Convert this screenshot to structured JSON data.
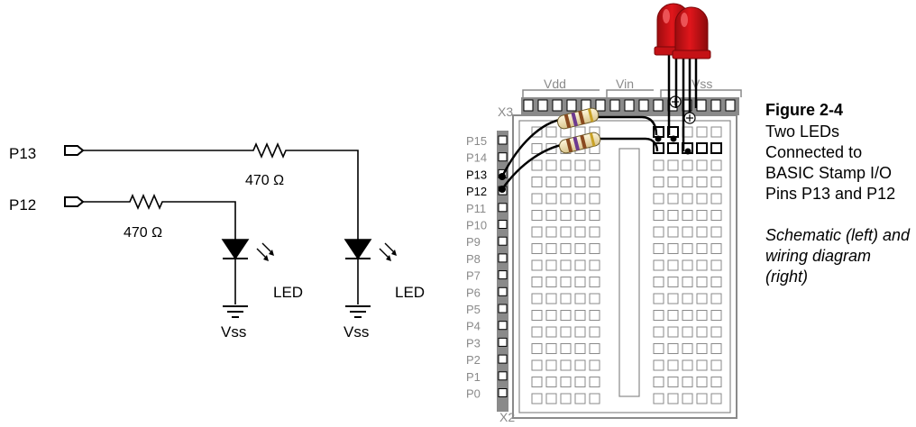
{
  "schematic": {
    "pin_top": "P13",
    "pin_bottom": "P12",
    "resistor_top": "470 Ω",
    "resistor_bottom": "470 Ω",
    "led_left": "LED",
    "led_right": "LED",
    "vss_left": "Vss",
    "vss_right": "Vss"
  },
  "breadboard": {
    "header_labels": [
      "Vdd",
      "Vin",
      "Vss"
    ],
    "x3": "X3",
    "x2": "X2",
    "pins": [
      "P15",
      "P14",
      "P13",
      "P12",
      "P11",
      "P10",
      "P9",
      "P8",
      "P7",
      "P6",
      "P5",
      "P4",
      "P3",
      "P2",
      "P1",
      "P0"
    ],
    "highlighted_pins": [
      "P13",
      "P12"
    ]
  },
  "caption": {
    "figure": "Figure 2-4",
    "description": "Two LEDs Connected to BASIC Stamp I/O Pins P13 and P12",
    "note": "Schematic (left) and wiring diagram (right)"
  },
  "colors": {
    "led_red": "#e0161b",
    "wire": "#000000",
    "label_gray": "#8a8a8a",
    "resistor_body": "#f3e3b0"
  }
}
